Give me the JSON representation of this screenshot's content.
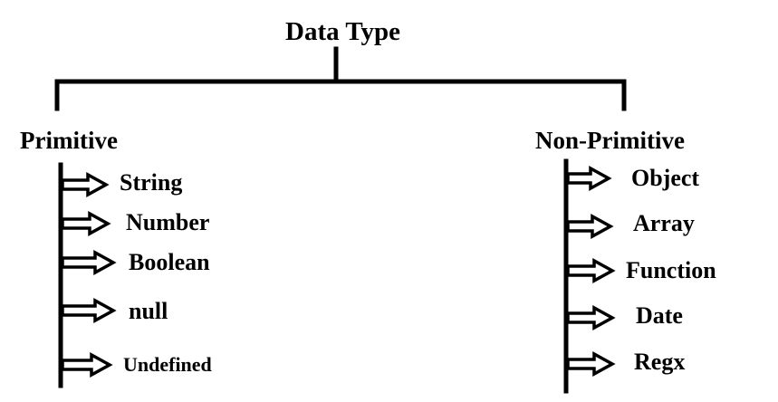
{
  "diagram": {
    "root": "Data Type",
    "primitive": {
      "title": "Primitive",
      "items": [
        "String",
        "Number",
        "Boolean",
        "null",
        "Undefined"
      ]
    },
    "non_primitive": {
      "title": "Non-Primitive",
      "items": [
        "Object",
        "Array",
        "Function",
        "Date",
        "Regx"
      ]
    }
  }
}
